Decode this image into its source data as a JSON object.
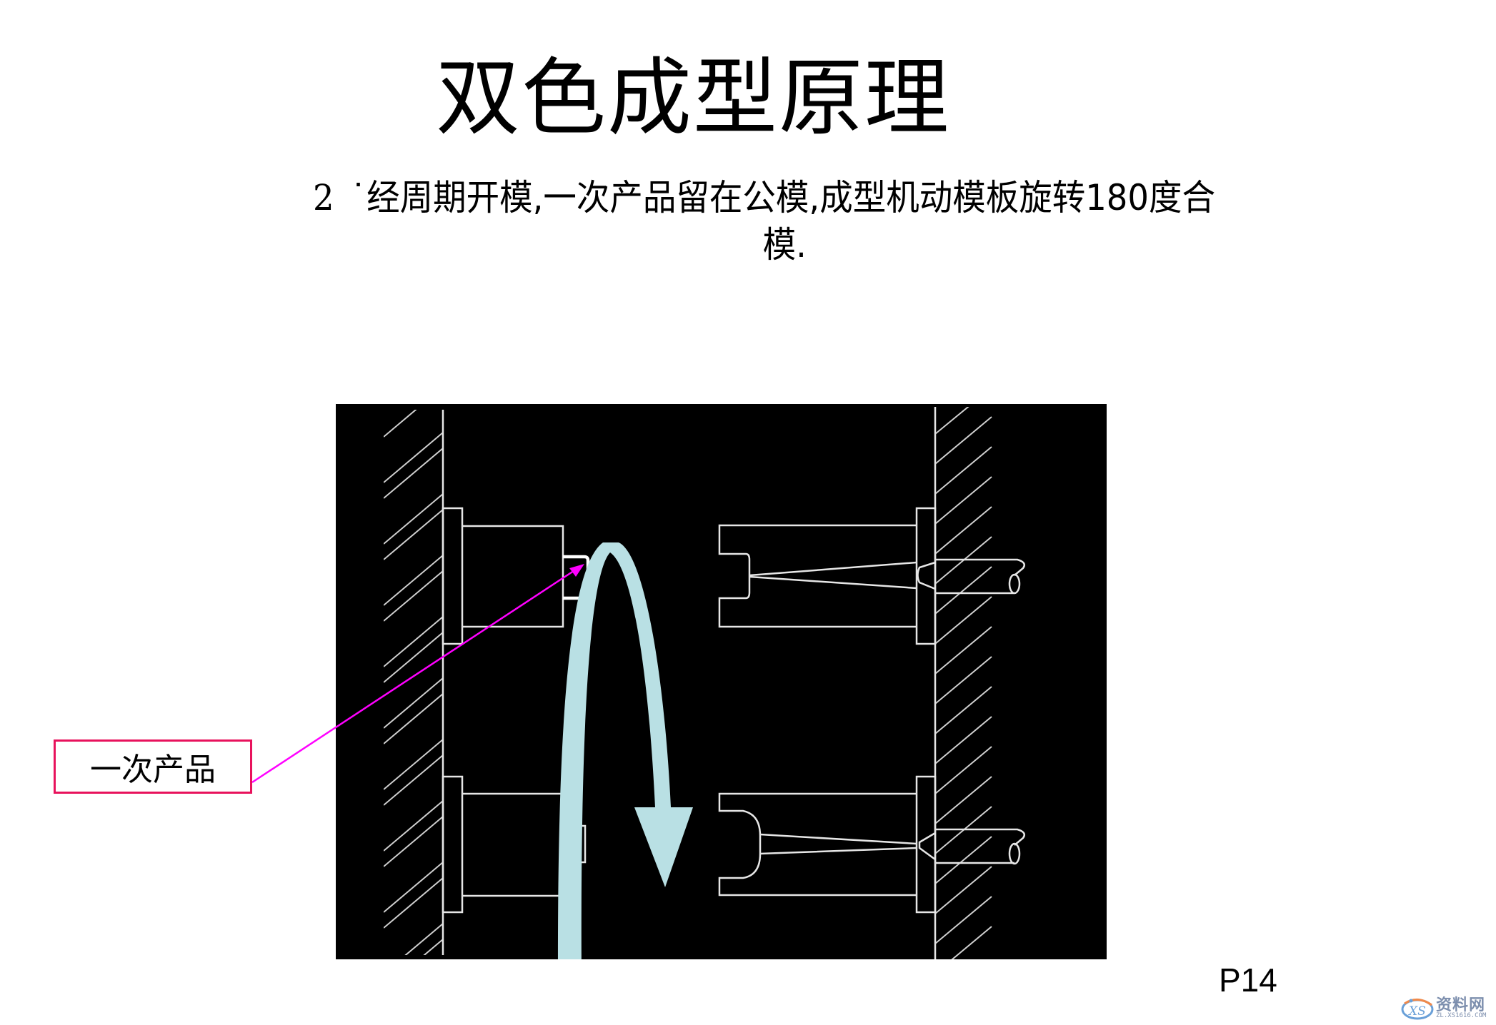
{
  "slide": {
    "title": "双色成型原理",
    "step": {
      "number": "2",
      "bullet": "˙",
      "line1": "经周期开模,一次产品留在公模,成型机动模板旋转180度合",
      "line2": "模."
    },
    "callout": {
      "label": "一次产品",
      "border_color": "#e8125c",
      "leader_color": "#ff00ff"
    },
    "page_number": "P14",
    "watermark": {
      "logo_text": "XS",
      "site_name": "资料网",
      "url": "ZL.XS1616.COM"
    }
  },
  "diagram": {
    "background": "#000000",
    "line_color": "#e6e6e6",
    "arrow_color": "#b9e0e4",
    "parts": [
      {
        "name": "moving-platen-left",
        "type": "hatched-wall"
      },
      {
        "name": "core-upper",
        "holds": "一次产品"
      },
      {
        "name": "core-lower"
      },
      {
        "name": "rotation-arrow",
        "rotation_degrees": 180
      },
      {
        "name": "cavity-upper",
        "with": "sprue-and-nozzle"
      },
      {
        "name": "cavity-lower",
        "with": "sprue-and-nozzle"
      },
      {
        "name": "fixed-platen-right",
        "type": "hatched-wall"
      }
    ]
  }
}
